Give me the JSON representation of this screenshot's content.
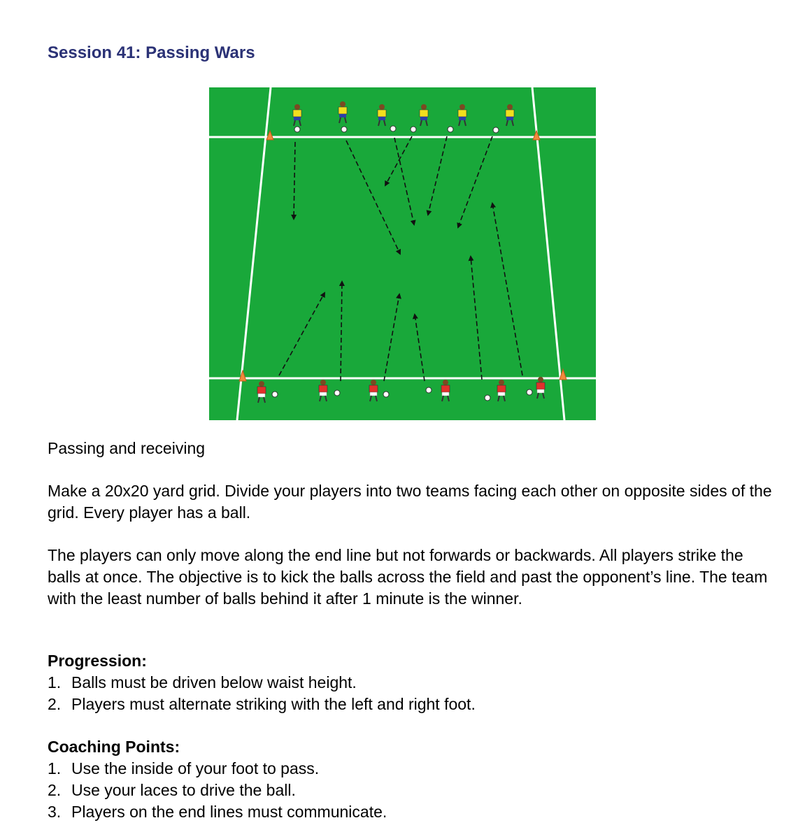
{
  "title": "Session 41: Passing Wars",
  "subtitle": "Passing and receiving",
  "paragraphs": [
    "Make a 20x20 yard grid.  Divide your players into two teams facing each other on opposite sides of the grid.  Every player has a ball.",
    "The players can only move along the end line but not forwards or backwards.  All players strike the balls at once.  The objective is to kick the balls across the field and past the opponent’s line.  The team with the least number of balls behind it after 1 minute is the winner."
  ],
  "progression": {
    "heading": "Progression:",
    "items": [
      {
        "num": "1.",
        "text": "Balls must be driven below waist height."
      },
      {
        "num": "2.",
        "text": "Players must alternate striking with the left and right foot."
      }
    ]
  },
  "coaching_points": {
    "heading": "Coaching Points:",
    "items": [
      {
        "num": "1.",
        "text": "Use the inside of your foot to pass."
      },
      {
        "num": "2.",
        "text": "Use your laces to drive the ball."
      },
      {
        "num": "3.",
        "text": "Players on the end lines must communicate."
      }
    ]
  },
  "diagram": {
    "colors": {
      "grass": "#19a83a",
      "lines": "#ffffff",
      "cone": "#f08a3c",
      "team_top_shirt": "#f2df1e",
      "team_top_shorts": "#2c3fa8",
      "team_bottom_shirt": "#e2302b",
      "team_bottom_shorts": "#ffffff"
    }
  }
}
